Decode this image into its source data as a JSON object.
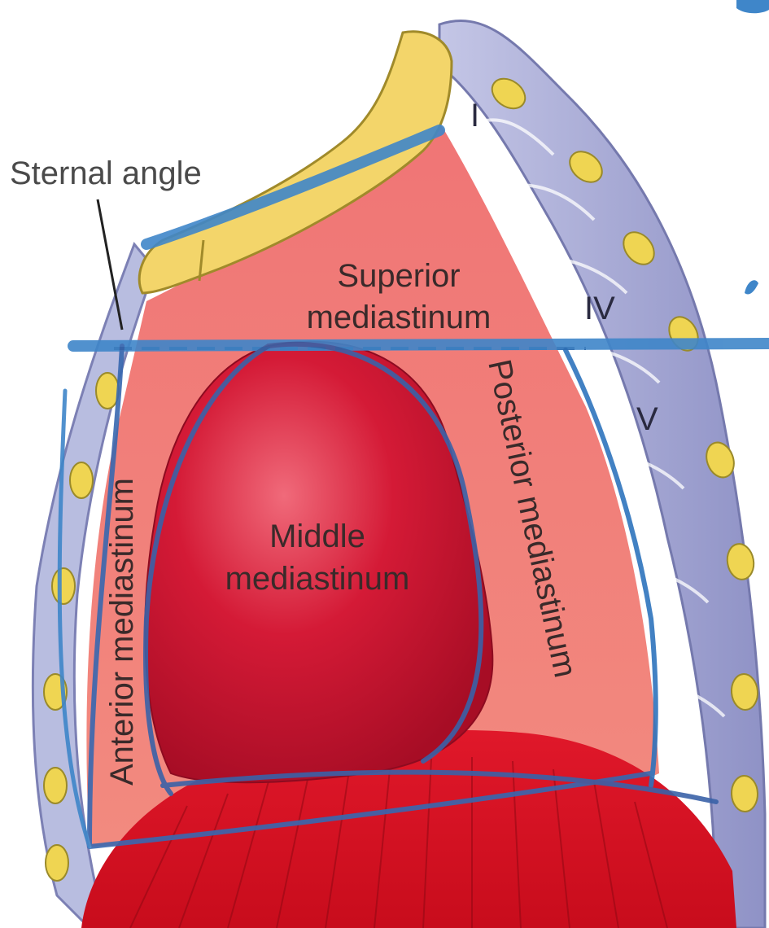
{
  "labels": {
    "sternal_angle": "Sternal angle",
    "superior_line1": "Superior",
    "superior_line2": "mediastinum",
    "middle_line1": "Middle",
    "middle_line2": "mediastinum",
    "anterior": "Anterior mediastinum",
    "posterior": "Posterior mediastinum"
  },
  "vertebrae": {
    "v1": "I",
    "v4": "IV",
    "v5": "V"
  },
  "colors": {
    "mediastinum_fill": "#e86a6a",
    "heart": "#c8102e",
    "sternum": "#f2d46a",
    "spine": "#a9a9d6",
    "disc": "#e9d24f",
    "annotation_blue": "#3a7fc4",
    "diaphragm": "#d8111c"
  }
}
